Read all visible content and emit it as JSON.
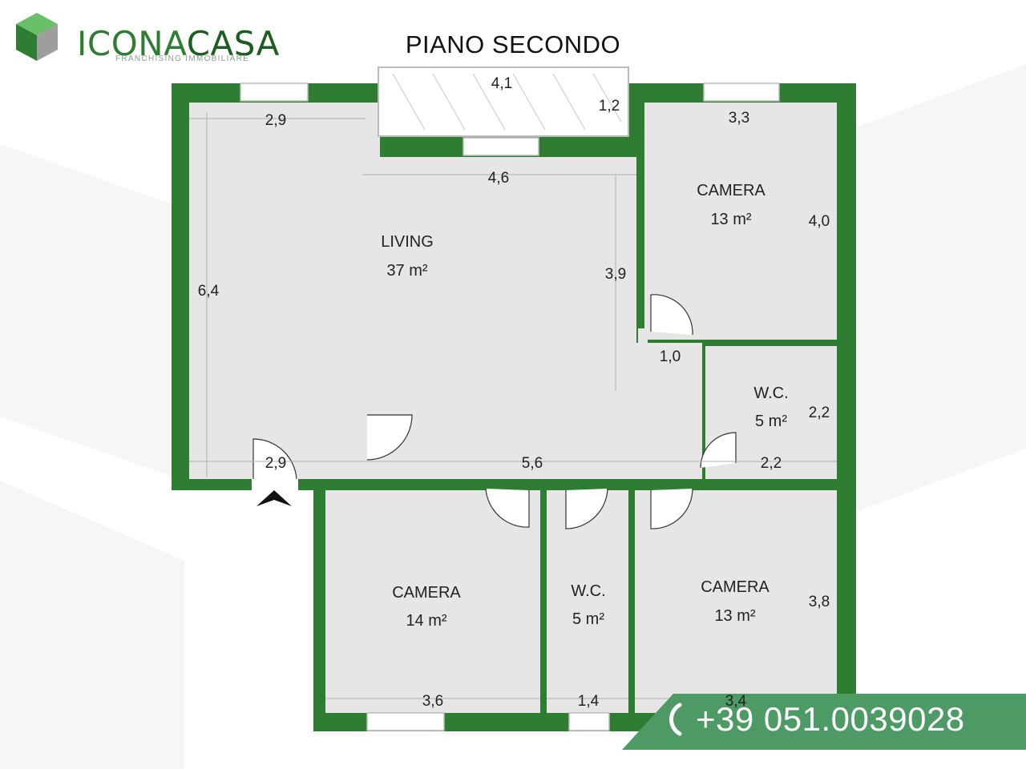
{
  "brand": {
    "name_part1": "ICONA",
    "name_part2": "CASA",
    "tagline": "FRANCHISING IMMOBILIARE",
    "logo_icon": "green-cube-icon"
  },
  "title": "PIANO SECONDO",
  "phone": "+39 051.0039028",
  "phone_icon": "phone-handset-icon",
  "colors": {
    "wall": "#2e7d32",
    "floor": "#e6e6e6",
    "contact_bar": "#4e9a64",
    "text": "#111111"
  },
  "rooms": [
    {
      "id": "living",
      "name": "LIVING",
      "area": "37 m²"
    },
    {
      "id": "camera-ne",
      "name": "CAMERA",
      "area": "13 m²"
    },
    {
      "id": "wc-east",
      "name": "W.C.",
      "area": "5 m²"
    },
    {
      "id": "camera-sw",
      "name": "CAMERA",
      "area": "14 m²"
    },
    {
      "id": "wc-south",
      "name": "W.C.",
      "area": "5 m²"
    },
    {
      "id": "camera-se",
      "name": "CAMERA",
      "area": "13 m²"
    }
  ],
  "dimensions": {
    "balcony_width": "4,1",
    "balcony_depth": "1,2",
    "living_top": "2,9",
    "living_mid": "4,6",
    "living_height": "6,4",
    "living_right": "3,9",
    "living_bottom": "2,9",
    "camera_ne_width": "3,3",
    "camera_ne_height": "4,0",
    "corridor_width": "1,0",
    "corridor_length": "5,6",
    "wc_east_height": "2,2",
    "wc_east_width": "2,2",
    "camera_sw_width": "3,6",
    "wc_south_width": "1,4",
    "camera_se_width": "3,4",
    "camera_se_height": "3,8"
  }
}
